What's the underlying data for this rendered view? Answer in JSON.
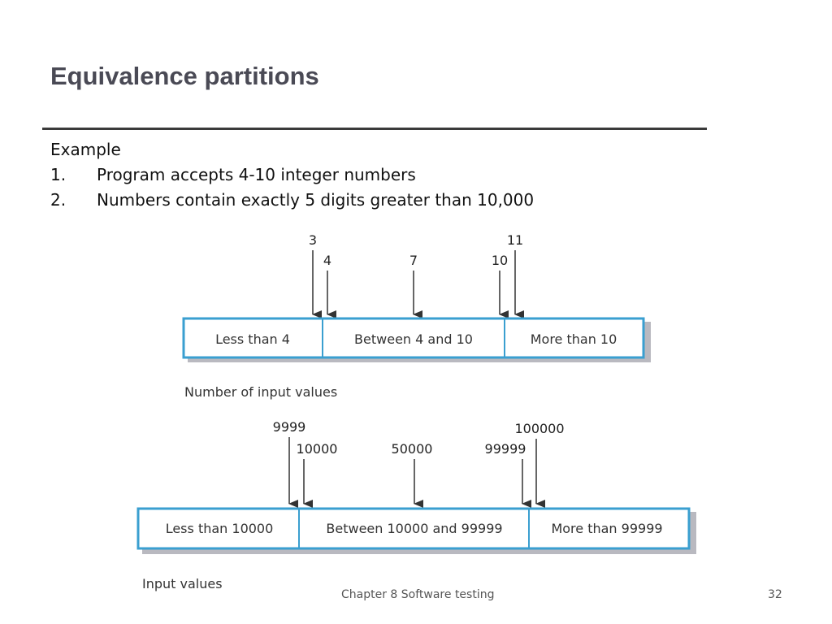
{
  "slide": {
    "title": "Equivalence partitions",
    "example_label": "Example",
    "items": [
      {
        "number": "1.",
        "text": "Program accepts 4-10 integer numbers"
      },
      {
        "number": "2.",
        "text": "Numbers contain exactly 5 digits greater than 10,000"
      }
    ]
  },
  "diagram1": {
    "caption": "Number of input values",
    "partitions": [
      "Less than 4",
      "Between 4 and 10",
      "More than 10"
    ],
    "test_values": [
      "3",
      "4",
      "7",
      "10",
      "11"
    ]
  },
  "diagram2": {
    "caption": "Input values",
    "partitions": [
      "Less than 10000",
      "Between 10000 and 99999",
      "More than 99999"
    ],
    "test_values": [
      "9999",
      "10000",
      "50000",
      "99999",
      "100000"
    ]
  },
  "footer": {
    "chapter": "Chapter 8 Software testing",
    "page": "32"
  },
  "colors": {
    "box_border": "#3a9fd0",
    "box_shadow": "#b9b9c0",
    "title": "#4a4a55"
  }
}
